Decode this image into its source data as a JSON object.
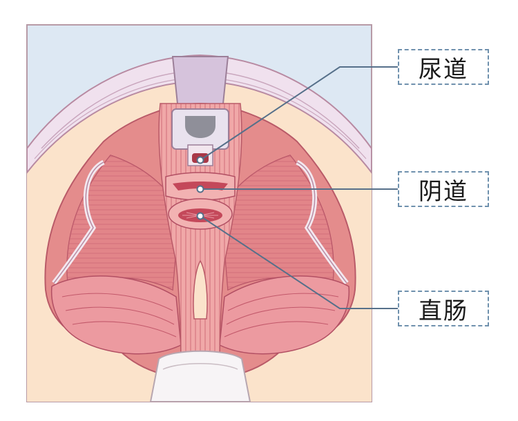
{
  "labels": {
    "urethra": "尿道",
    "vagina": "阴道",
    "rectum": "直肠"
  },
  "colors": {
    "background_panel": "#dde8f3",
    "skin": "#fbe3cb",
    "muscle": "#ee9c9c",
    "muscle_dark": "#c45a68",
    "fascia": "#ece4ee",
    "leader_line": "#56708a",
    "label_border": "#6e90ad"
  }
}
